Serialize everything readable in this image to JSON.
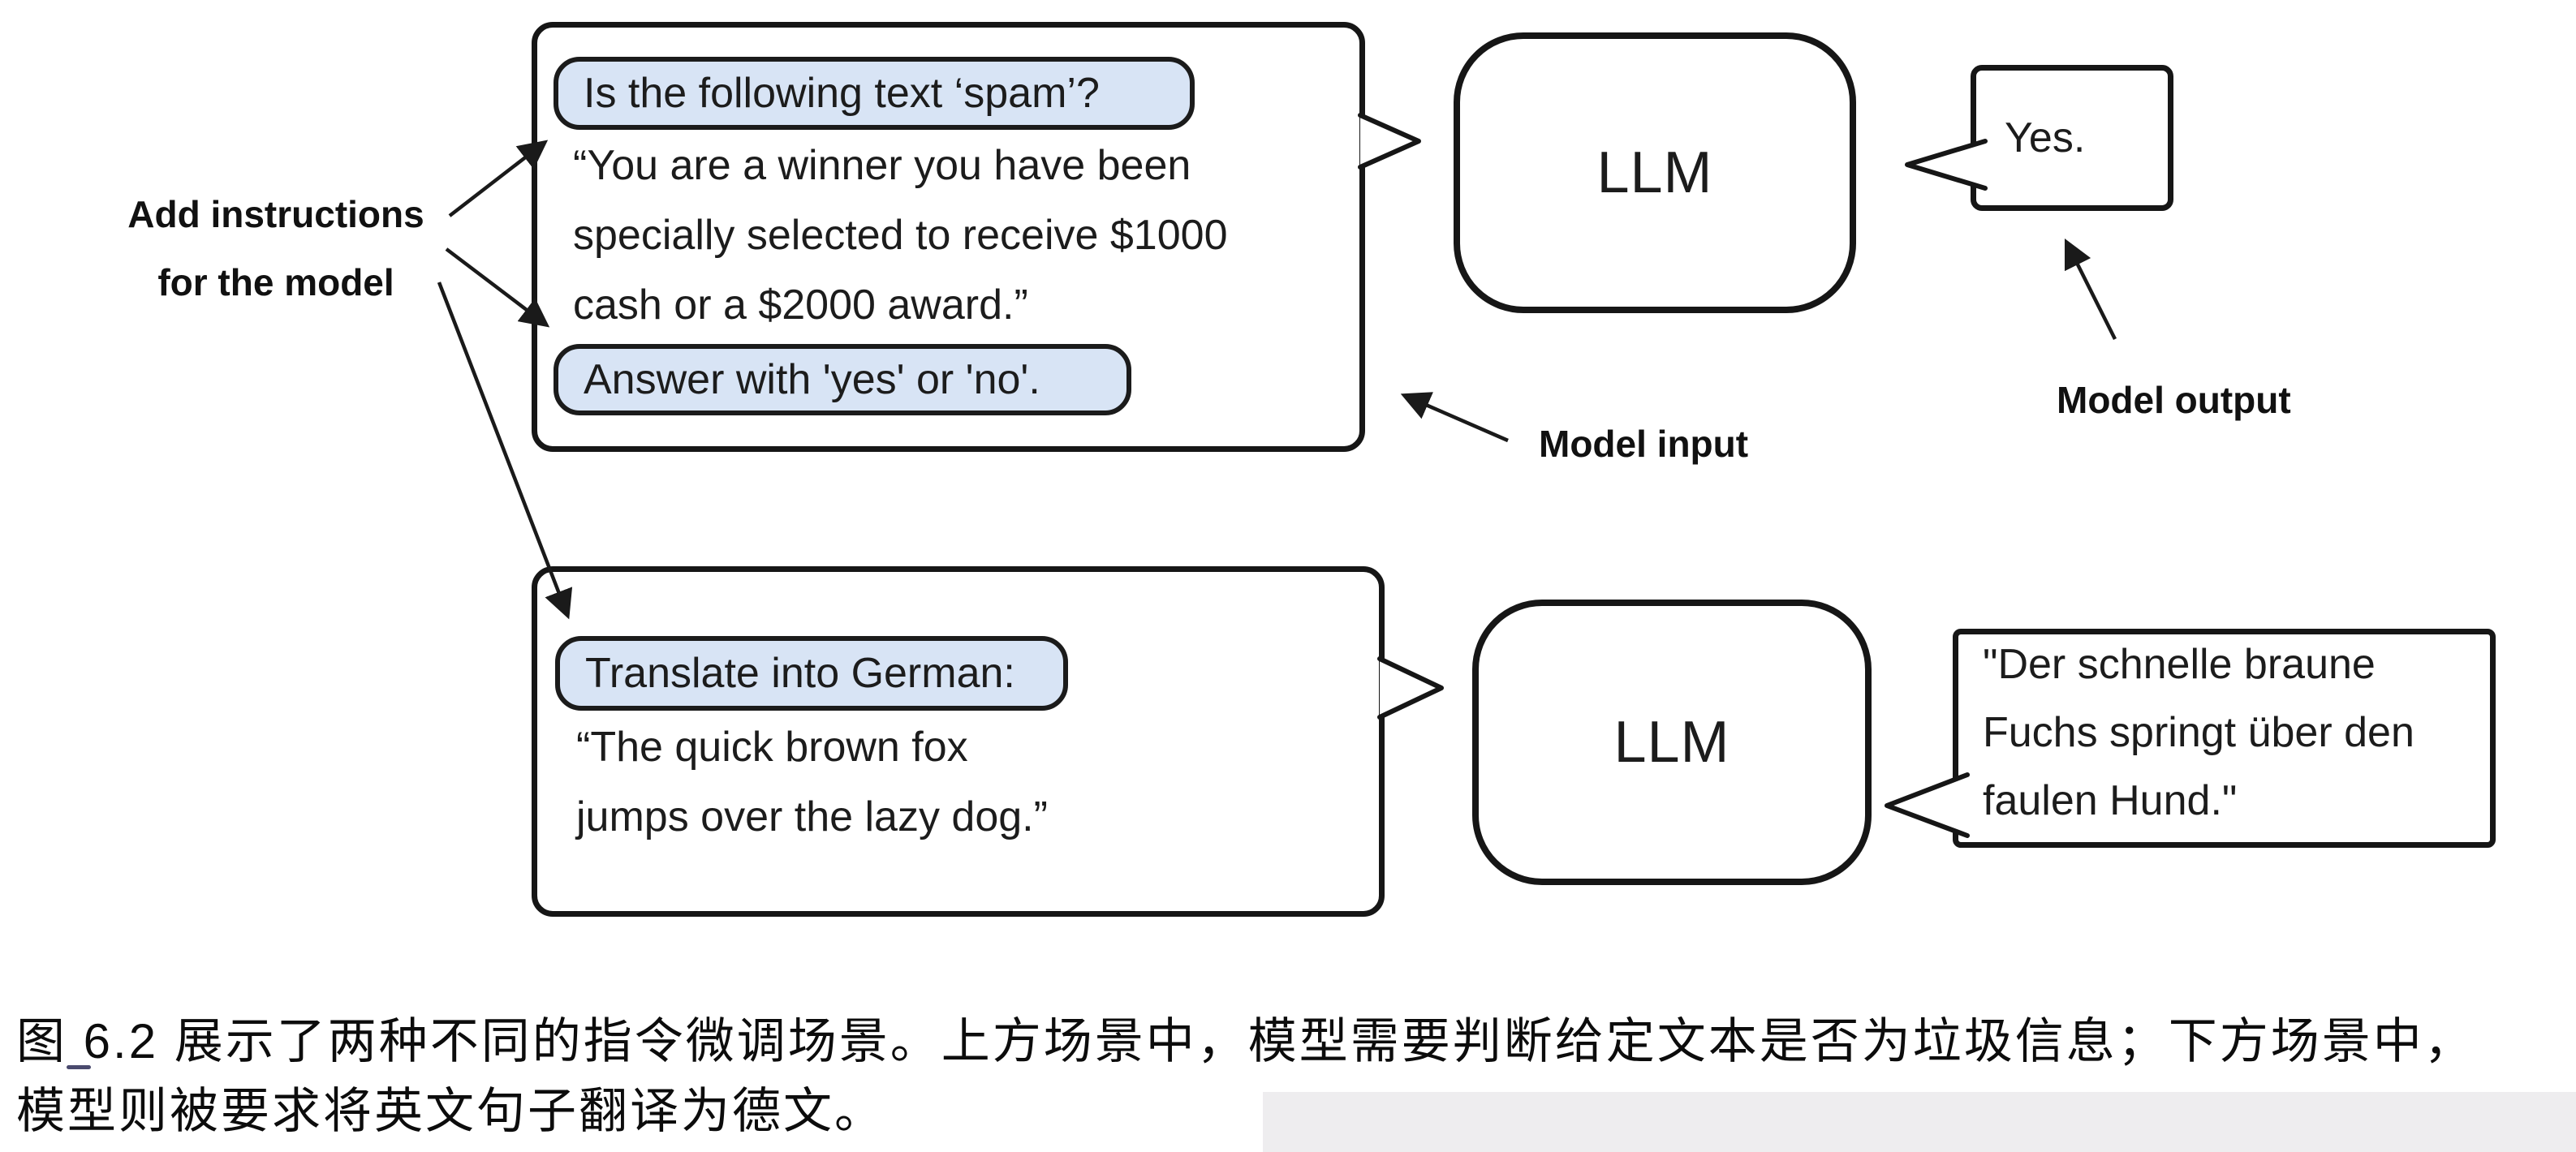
{
  "figure": {
    "annotations": {
      "add_instructions_line1": "Add instructions",
      "add_instructions_line2": "for the model",
      "model_input": "Model input",
      "model_output": "Model output"
    },
    "spam_scenario": {
      "instruction_pill_top": "Is the following text ‘spam’?",
      "body_lines": [
        "“You are a winner you have been",
        "specially selected to receive $1000",
        "cash or a $2000 award.”"
      ],
      "instruction_pill_bottom": "Answer with 'yes' or 'no'.",
      "llm_label": "LLM",
      "output_text": "Yes."
    },
    "translation_scenario": {
      "instruction_pill": "Translate into German:",
      "body_lines": [
        "“The quick brown fox",
        "jumps over the lazy dog.”"
      ],
      "llm_label": "LLM",
      "output_lines": [
        "\"Der schnelle braune",
        "Fuchs springt über den",
        "faulen Hund.\""
      ]
    }
  },
  "caption": {
    "line1": "图 6.2 展示了两种不同的指令微调场景。上方场景中，模型需要判断给定文本是否为垃圾信息；下方场景中，",
    "line2": "模型则被要求将英文句子翻译为德文。"
  },
  "colors": {
    "pill_fill": "#d8e4f5",
    "outline_ink": "#161616",
    "page_gray": "#eeedef"
  }
}
